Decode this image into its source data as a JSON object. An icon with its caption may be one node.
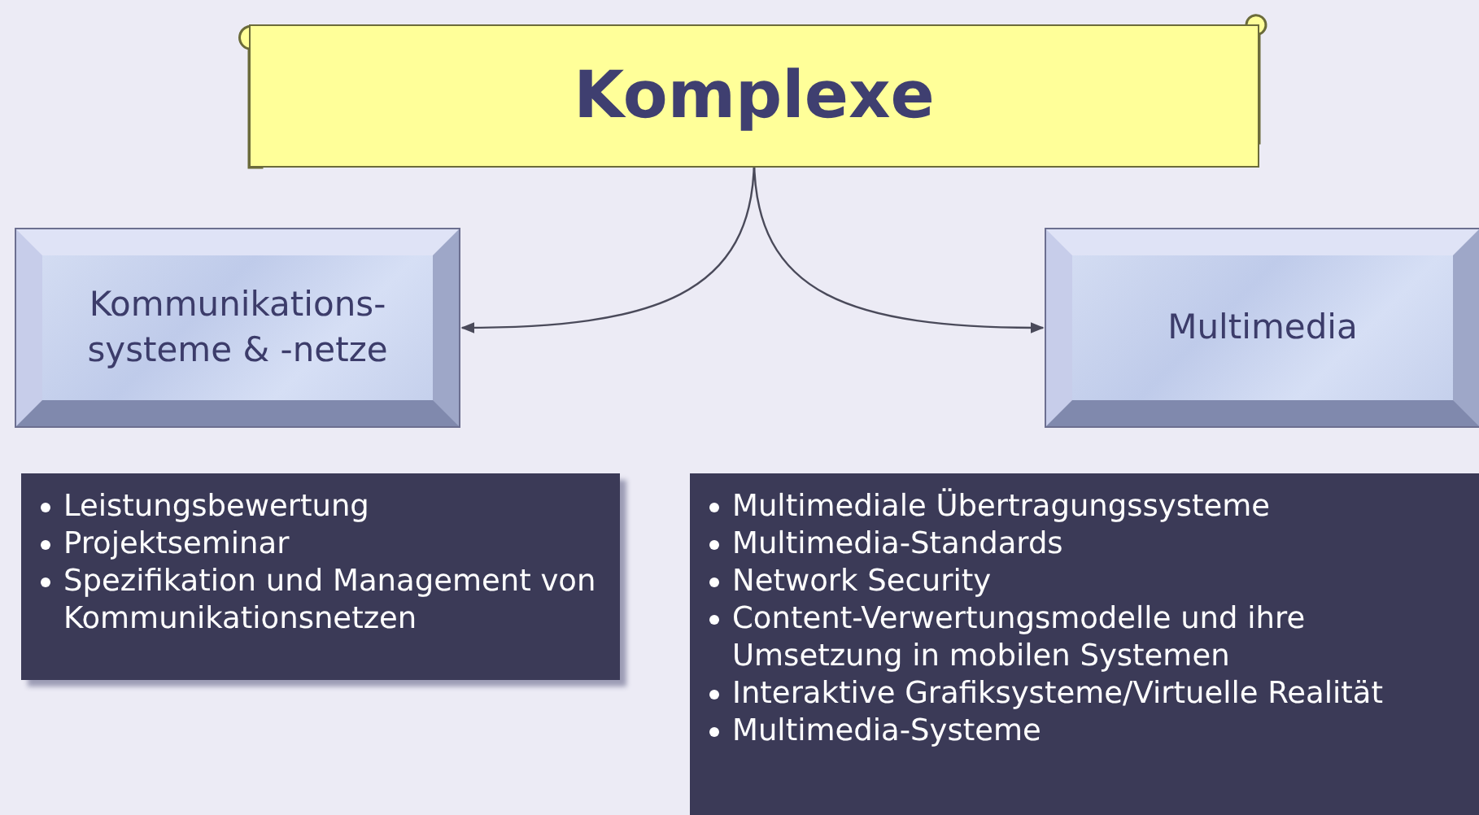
{
  "diagram": {
    "nodes": [
      {
        "text": [
          "Komplexe"
        ]
      },
      {
        "text": [
          "Kommunikations-systeme & -netze"
        ]
      },
      {
        "text": [
          "Multimedia"
        ]
      },
      {
        "text": [
          "Leistungsbewertung",
          "Projektseminar",
          "Spezifikation und Management von Kommunikationsnetzen"
        ]
      },
      {
        "text": [
          "Multimediale Übertragungssysteme",
          "Multimedia-Standards",
          "Network Security",
          "Content-Verwertungsmodelle und ihre Umsetzung in mobilen Systemen",
          "Interaktive Grafiksysteme/Virtuelle Realität",
          "Multimedia-Systeme"
        ]
      }
    ],
    "edges": [
      {
        "from": 0,
        "to": 1,
        "arrow": "to"
      },
      {
        "from": 0,
        "to": 2,
        "arrow": "to"
      }
    ]
  }
}
